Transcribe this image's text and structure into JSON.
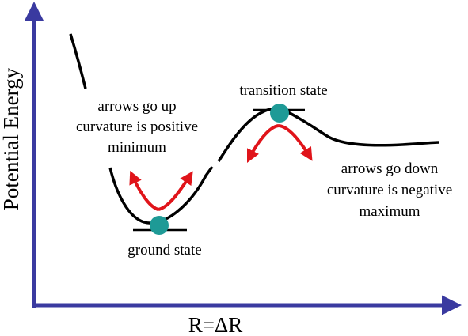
{
  "axes": {
    "y_label": "Potential Energy",
    "x_label": "R=ΔR",
    "axis_color": "#3a3aa0"
  },
  "states": {
    "ground": {
      "label": "ground state"
    },
    "transition": {
      "label": "transition state"
    },
    "marker_color": "#1e9a96"
  },
  "notes": {
    "minimum": {
      "line1": "arrows go up",
      "line2": "curvature is positive",
      "line3": "minimum"
    },
    "maximum": {
      "line1": "arrows go down",
      "line2": "curvature is negative",
      "line3": "maximum"
    }
  },
  "colors": {
    "curve": "#000000",
    "arrows": "#e0141a"
  }
}
